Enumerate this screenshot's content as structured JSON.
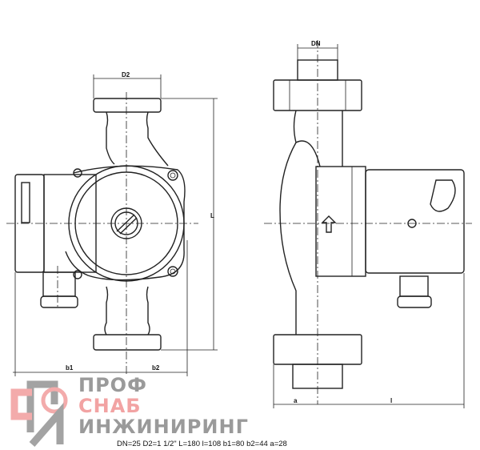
{
  "dimension_labels": {
    "d2": "D2",
    "l_total": "L",
    "b1": "b1",
    "b2": "b2",
    "dn": "DN",
    "a": "a",
    "l": "l"
  },
  "caption": "DN=25 D2=1 1/2\" L=180 l=108 b1=80 b2=44 a=28",
  "watermark": {
    "line1": "ПРОФ",
    "line2": "СНАБ",
    "line3": "ИНЖИНИРИНГ",
    "gray": "#9a9a9a",
    "accent": "#f2a3a3"
  }
}
